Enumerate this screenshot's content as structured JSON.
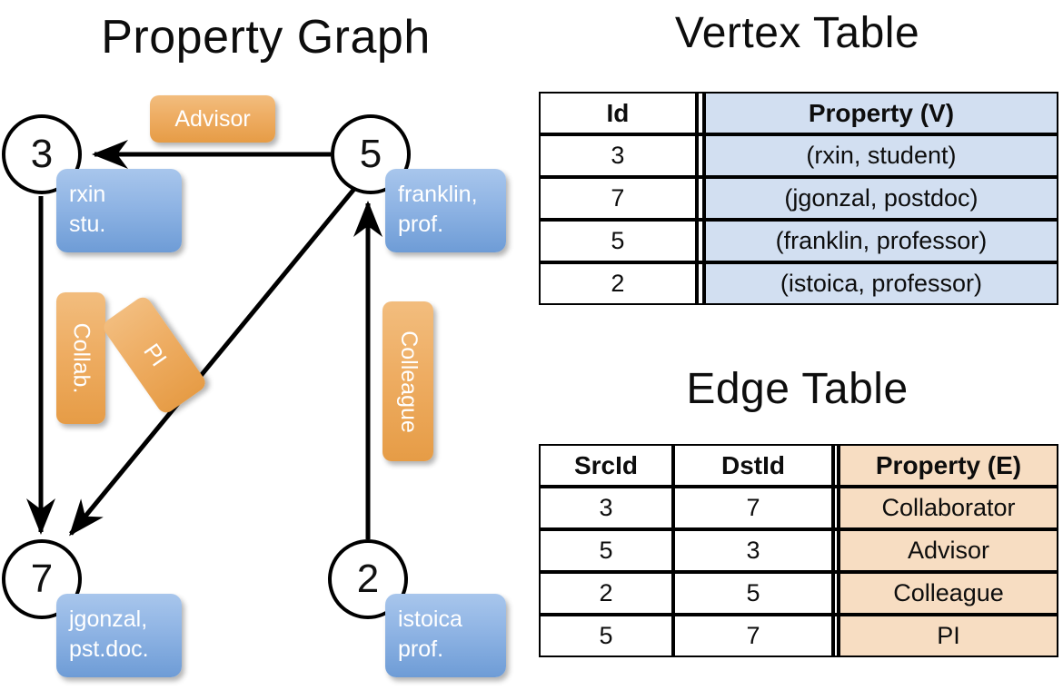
{
  "titles": {
    "property_graph": "Property Graph",
    "vertex_table": "Vertex Table",
    "edge_table": "Edge Table"
  },
  "graph": {
    "nodes": [
      {
        "id": "3",
        "label": "3",
        "property_line1": "rxin",
        "property_line2": "stu."
      },
      {
        "id": "5",
        "label": "5",
        "property_line1": "franklin,",
        "property_line2": "prof."
      },
      {
        "id": "7",
        "label": "7",
        "property_line1": "jgonzal,",
        "property_line2": "pst.doc."
      },
      {
        "id": "2",
        "label": "2",
        "property_line1": "istoica",
        "property_line2": "prof."
      }
    ],
    "edge_labels": {
      "advisor": "Advisor",
      "collab": "Collab.",
      "pi": "PI",
      "colleague": "Colleague"
    }
  },
  "vertex_table": {
    "headers": [
      "Id",
      "Property (V)"
    ],
    "rows": [
      {
        "id": "3",
        "property": "(rxin, student)"
      },
      {
        "id": "7",
        "property": "(jgonzal, postdoc)"
      },
      {
        "id": "5",
        "property": "(franklin, professor)"
      },
      {
        "id": "2",
        "property": "(istoica, professor)"
      }
    ]
  },
  "edge_table": {
    "headers": [
      "SrcId",
      "DstId",
      "Property (E)"
    ],
    "rows": [
      {
        "src": "3",
        "dst": "7",
        "property": "Collaborator"
      },
      {
        "src": "5",
        "dst": "3",
        "property": "Advisor"
      },
      {
        "src": "2",
        "dst": "5",
        "property": "Colleague"
      },
      {
        "src": "5",
        "dst": "7",
        "property": "PI"
      }
    ]
  },
  "colors": {
    "vertex_property_fill": "#d2dff1",
    "edge_property_fill": "#f7ddc2",
    "node_property_box": "#8fb4e4",
    "edge_label_box": "#eead63",
    "line": "#000000",
    "background": "#ffffff"
  }
}
